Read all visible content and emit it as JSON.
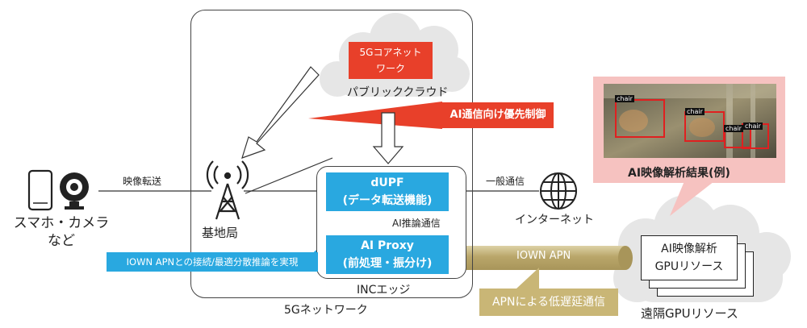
{
  "network_5g": {
    "label": "5Gネットワーク"
  },
  "edge": {
    "label": "INCエッジ"
  },
  "core": {
    "line1": "5Gコアネット",
    "line2": "ワーク"
  },
  "public_cloud": {
    "label": "パブリッククラウド"
  },
  "priority_control": {
    "label": "AI通信向け優先制御"
  },
  "dupf": {
    "line1": "dUPF",
    "line2": "(データ転送機能)"
  },
  "ai_infer_comm": {
    "label": "AI推論通信"
  },
  "ai_proxy": {
    "line1": "AI Proxy",
    "line2": "(前処理・振分け)"
  },
  "iown_note": {
    "label": "IOWN APNとの接続/最適分散推論を実現"
  },
  "iown_apn": {
    "label": "IOWN APN"
  },
  "low_latency": {
    "label": "APNによる低遅延通信"
  },
  "devices": {
    "line1": "スマホ・カメラ",
    "line2": "など"
  },
  "video_transfer": {
    "label": "映像転送"
  },
  "base_station": {
    "label": "基地局"
  },
  "general_comm": {
    "label": "一般通信"
  },
  "internet": {
    "label": "インターネット"
  },
  "result": {
    "caption": "AI映像解析結果(例)",
    "detections": [
      "chair",
      "chair",
      "chair",
      "chair"
    ]
  },
  "gpu": {
    "line1": "AI映像解析",
    "line2": "GPUリソース",
    "remote_label": "遠隔GPUリソース"
  },
  "colors": {
    "blue": "#29a8e0",
    "red": "#e8402a",
    "pink": "#f6c2c0",
    "olive": "#c9b676",
    "cloud": "#e6e6e6"
  }
}
